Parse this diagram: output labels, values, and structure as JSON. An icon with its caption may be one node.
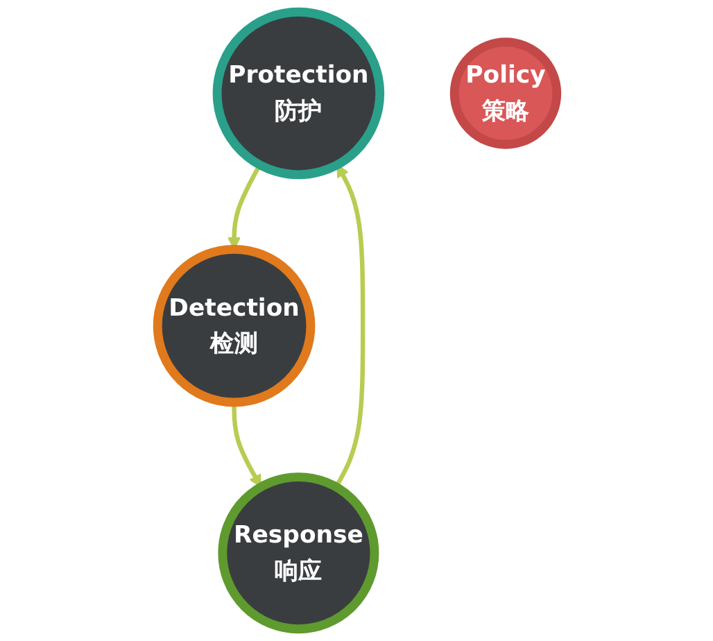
{
  "diagram": {
    "nodes": [
      {
        "text": [
          "Protection",
          "防护"
        ]
      },
      {
        "text": [
          "Policy",
          "策略"
        ]
      },
      {
        "text": [
          "Response",
          "响应"
        ]
      },
      {
        "text": [
          "Detection",
          "检测"
        ]
      }
    ],
    "edges": [
      {
        "from": 0,
        "to": 3,
        "arrow": "to"
      },
      {
        "from": 3,
        "to": 2,
        "arrow": "to"
      },
      {
        "from": 2,
        "to": 0,
        "arrow": "to"
      }
    ]
  }
}
